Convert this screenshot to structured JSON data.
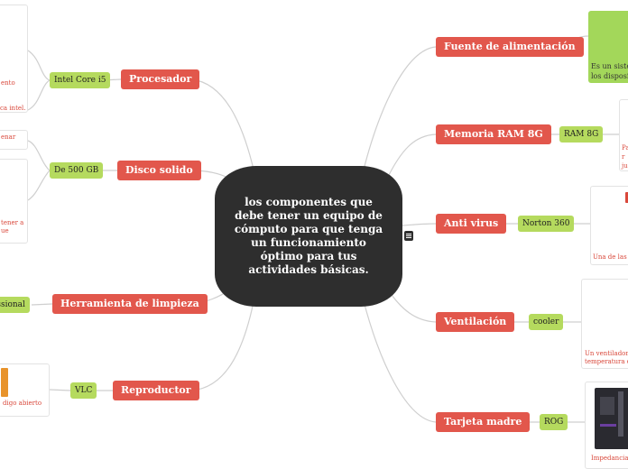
{
  "central_topic": "los componentes que debe tener un equipo de cómputo para que tenga un funcionamiento óptimo para tus actividades básicas.",
  "left_branches": [
    {
      "label": "Procesador",
      "leaf": "Intel Core i5"
    },
    {
      "label": "Disco solido",
      "leaf": "De 500 GB"
    },
    {
      "label": "Herramienta de limpieza",
      "leaf": "essional"
    },
    {
      "label": "Reproductor",
      "leaf": "VLC"
    }
  ],
  "right_branches": [
    {
      "label": "Fuente de alimentación"
    },
    {
      "label": "Memoria RAM  8G",
      "leaf": "RAM 8G"
    },
    {
      "label": "Anti virus",
      "leaf": "Norton 360"
    },
    {
      "label": "Ventilación",
      "leaf": "cooler"
    },
    {
      "label": "Tarjeta madre",
      "leaf": "ROG"
    }
  ],
  "card_texts": {
    "procesador_1": "ento",
    "procesador_2": "ca intel.",
    "disco_1": "enar",
    "disco_2a": "tener a",
    "disco_2b": "ue",
    "reproductor": "digo abierto",
    "fuente_a": "Es un siste",
    "fuente_b": "los disposi",
    "ram_a": "Pa",
    "ram_b": "r",
    "ram_c": "ju",
    "antivirus": "Una de las r",
    "ventilacion_a": "Un ventilador",
    "ventilacion_b": "temperatura d",
    "tarjeta": "Impedancia a"
  },
  "colors": {
    "central": "#2e2e2e",
    "branch": "#e2574c",
    "leaf": "#b5da5e",
    "note_text": "#d9483b",
    "connector": "#cccccc"
  },
  "icons": [
    "notes-icon",
    "image-icon",
    "cooler-photo",
    "motherboard-photo",
    "antivirus-logo"
  ]
}
